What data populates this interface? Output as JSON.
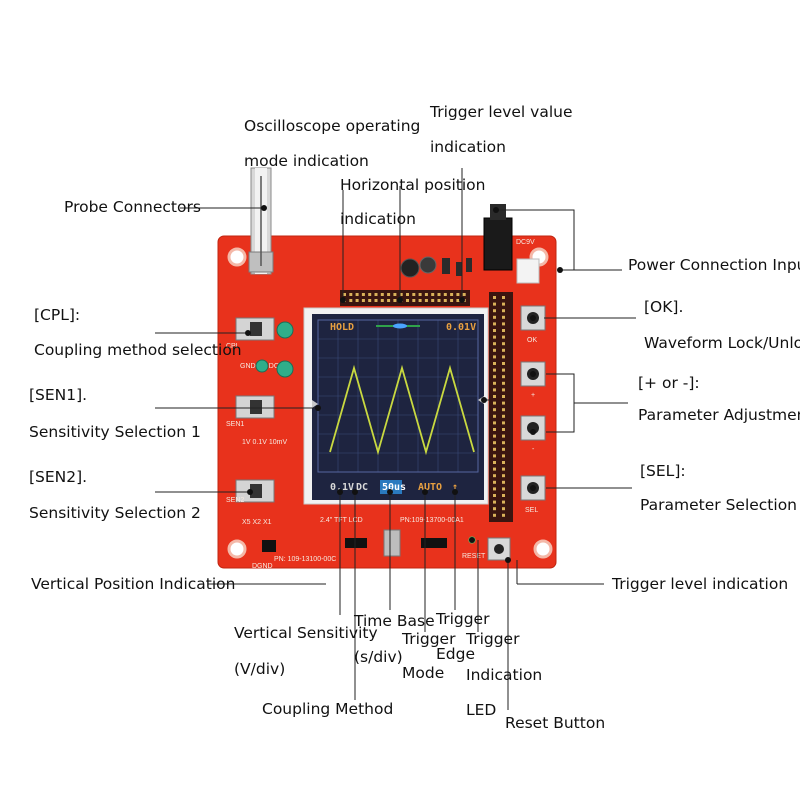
{
  "callouts": {
    "probe_connectors": "Probe Connectors",
    "mode_line1": "Oscilloscope operating",
    "mode_line2": "mode indication",
    "hpos_line1": "Horizontal position",
    "hpos_line2": "indication",
    "trig_level_value_line1": "Trigger level value",
    "trig_level_value_line2": "indication",
    "power_input": "Power Connection Input",
    "ok_line1": "[OK].",
    "ok_line2": "Waveform Lock/Unlock",
    "plusminus_line1": "[+ or -]:",
    "plusminus_line2": "Parameter Adjustment",
    "sel_line1": "[SEL]:",
    "sel_line2": "Parameter Selection",
    "trig_level_ind": "Trigger level indication",
    "cpl_line1": "[CPL]:",
    "cpl_line2": "Coupling method selection",
    "sen1_line1": "[SEN1].",
    "sen1_line2": "Sensitivity Selection 1",
    "sen2_line1": "[SEN2].",
    "sen2_line2": "Sensitivity Selection 2",
    "vpos": "Vertical Position Indication",
    "vsens_line1": "Vertical Sensitivity",
    "vsens_line2": "(V/div)",
    "coupling_method": "Coupling Method",
    "timebase_line1": "Time Base",
    "timebase_line2": "(s/div)",
    "trig_mode_line1": "Trigger",
    "trig_mode_line2": "Mode",
    "trig_edge_line1": "Trigger",
    "trig_edge_line2": "Edge",
    "trig_led_line1": "Trigger",
    "trig_led_line2": "Indication",
    "trig_led_line3": "LED",
    "reset_button": "Reset Button"
  },
  "lcd": {
    "mode": "HOLD",
    "trigger_level": "0.01V",
    "vsens": "0.1V",
    "coupling": "DC",
    "timebase": "50us",
    "trig_mode": "AUTO",
    "trig_edge": "↑"
  },
  "silkscreen": {
    "cpl": "CPL",
    "cpl_opts": "GND  AC  DC",
    "sen1": "SEN1",
    "sen1_opts": "1V  0.1V 10mV",
    "sen2": "SEN2",
    "sen2_opts": "X5   X2   X1",
    "lcd_label": "2.4\" TFT LCD",
    "pn_right": "PN:109-13700-00A1",
    "pn_left": "PN: 109-13100-00C",
    "dcv": "DC9V",
    "ok": "OK",
    "plus": "+",
    "minus": "-",
    "sel": "SEL",
    "dgnd": "DGND",
    "reset": "RESET"
  },
  "colors": {
    "pcb": "#e8321c",
    "lcd_bg": "#1e2440",
    "waveform": "#c9d940",
    "grid": "#3b4a7a",
    "label_lines": "#222222"
  }
}
